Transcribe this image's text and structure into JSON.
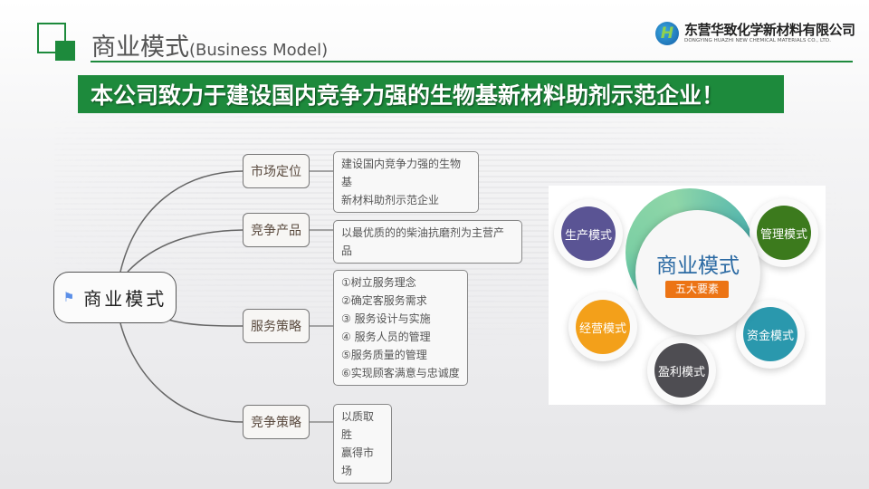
{
  "header": {
    "title_cn": "商业模式",
    "title_en": "(Business Model)",
    "company_cn": "东营华致化学新材料有限公司",
    "company_en": "DONGYING HUAZHI NEW CHEMICAL MATERIALS CO., LTD.",
    "company_mark": "H"
  },
  "slogan": "本公司致力于建设国内竞争力强的生物基新材料助剂示范企业！",
  "mindmap": {
    "root": "商业模式",
    "root_icon": "flag-icon",
    "branches": [
      {
        "label": "市场定位",
        "details": [
          "建设国内竞争力强的生物基",
          "新材料助剂示范企业"
        ]
      },
      {
        "label": "竞争产品",
        "details": [
          "以最优质的的柴油抗磨剂为主营产品"
        ]
      },
      {
        "label": "服务策略",
        "details": [
          "①树立服务理念",
          "②确定客服务需求",
          "③ 服务设计与实施",
          "④ 服务人员的管理",
          "⑤服务质量的管理",
          "⑥实现顾客满意与忠诚度"
        ]
      },
      {
        "label": "竞争策略",
        "details": [
          "以质取胜",
          "赢得市场"
        ]
      }
    ]
  },
  "diagram": {
    "center_title": "商业模式",
    "center_badge": "五大要素",
    "elements": [
      {
        "label": "生产模式",
        "color": "#5a5494"
      },
      {
        "label": "管理模式",
        "color": "#3c7a1d"
      },
      {
        "label": "经营模式",
        "color": "#f3a01a"
      },
      {
        "label": "资金模式",
        "color": "#2a98ad"
      },
      {
        "label": "盈利模式",
        "color": "#4e4d52"
      }
    ]
  },
  "colors": {
    "brand_green": "#1d8a3c",
    "badge_orange": "#ec7415",
    "center_text": "#2b6aa3"
  }
}
